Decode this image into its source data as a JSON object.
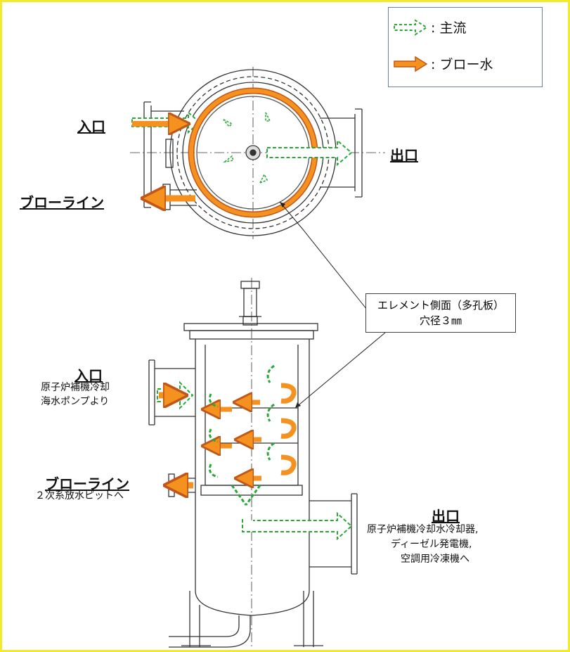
{
  "legend": {
    "main_flow_label": ": 主流",
    "blow_water_label": ": ブロー水",
    "main_flow_color": "#2aa837",
    "blow_water_color": "#f5911e"
  },
  "top_view": {
    "inlet": "入口",
    "outlet": "出口",
    "blow_line": "ブローライン"
  },
  "callout": {
    "line1": "エレメント側面（多孔板）",
    "line2": "穴径３㎜"
  },
  "side_view": {
    "inlet": "入口",
    "inlet_desc_1": "原子炉補機冷却",
    "inlet_desc_2": "海水ポンプより",
    "blow_line": "ブローライン",
    "blow_desc": "２次系放水ピットへ",
    "outlet": "出口",
    "outlet_desc_1": "原子炉補機冷却水冷却器,",
    "outlet_desc_2": "ディーゼル発電機,",
    "outlet_desc_3": "空調用冷凍機へ"
  }
}
